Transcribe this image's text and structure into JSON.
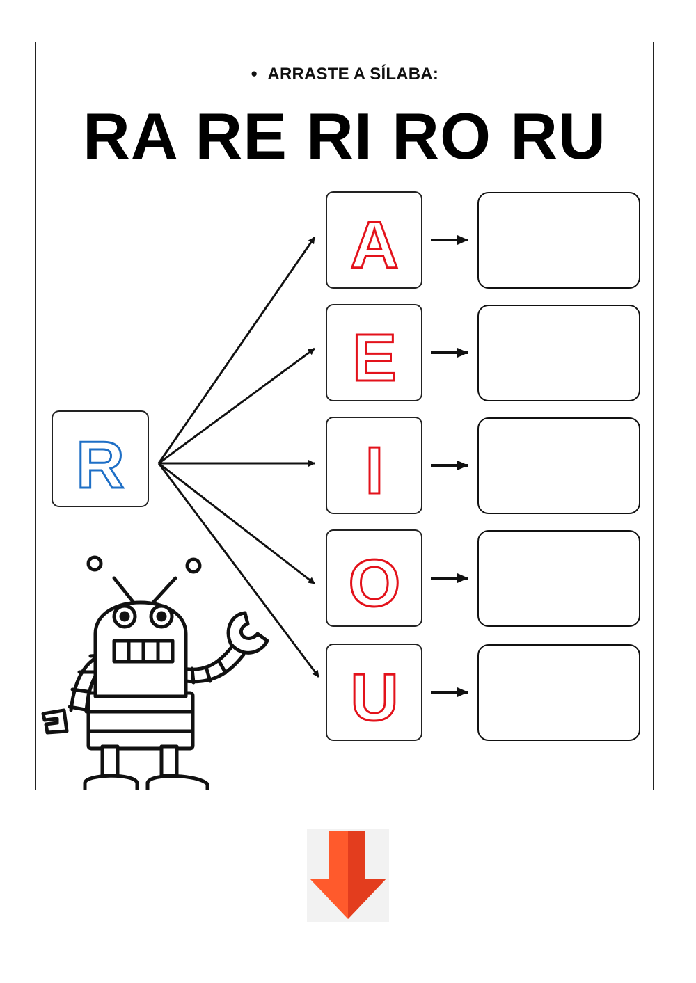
{
  "worksheet": {
    "instruction": "ARRASTE A SÍLABA:",
    "bullet": "●",
    "syllables": "RA RE RI RO RU",
    "consonant": "R",
    "vowels": [
      "A",
      "E",
      "I",
      "O",
      "U"
    ],
    "answers": [
      "",
      "",
      "",
      "",
      ""
    ]
  },
  "colors": {
    "consonant": "#1e6fc6",
    "vowel": "#e3121b",
    "down_arrow_dark": "#e33d1e",
    "down_arrow_light": "#ff5a2c"
  },
  "icons": {
    "robot": "robot-illustration",
    "down_arrow": "down-arrow-icon"
  }
}
